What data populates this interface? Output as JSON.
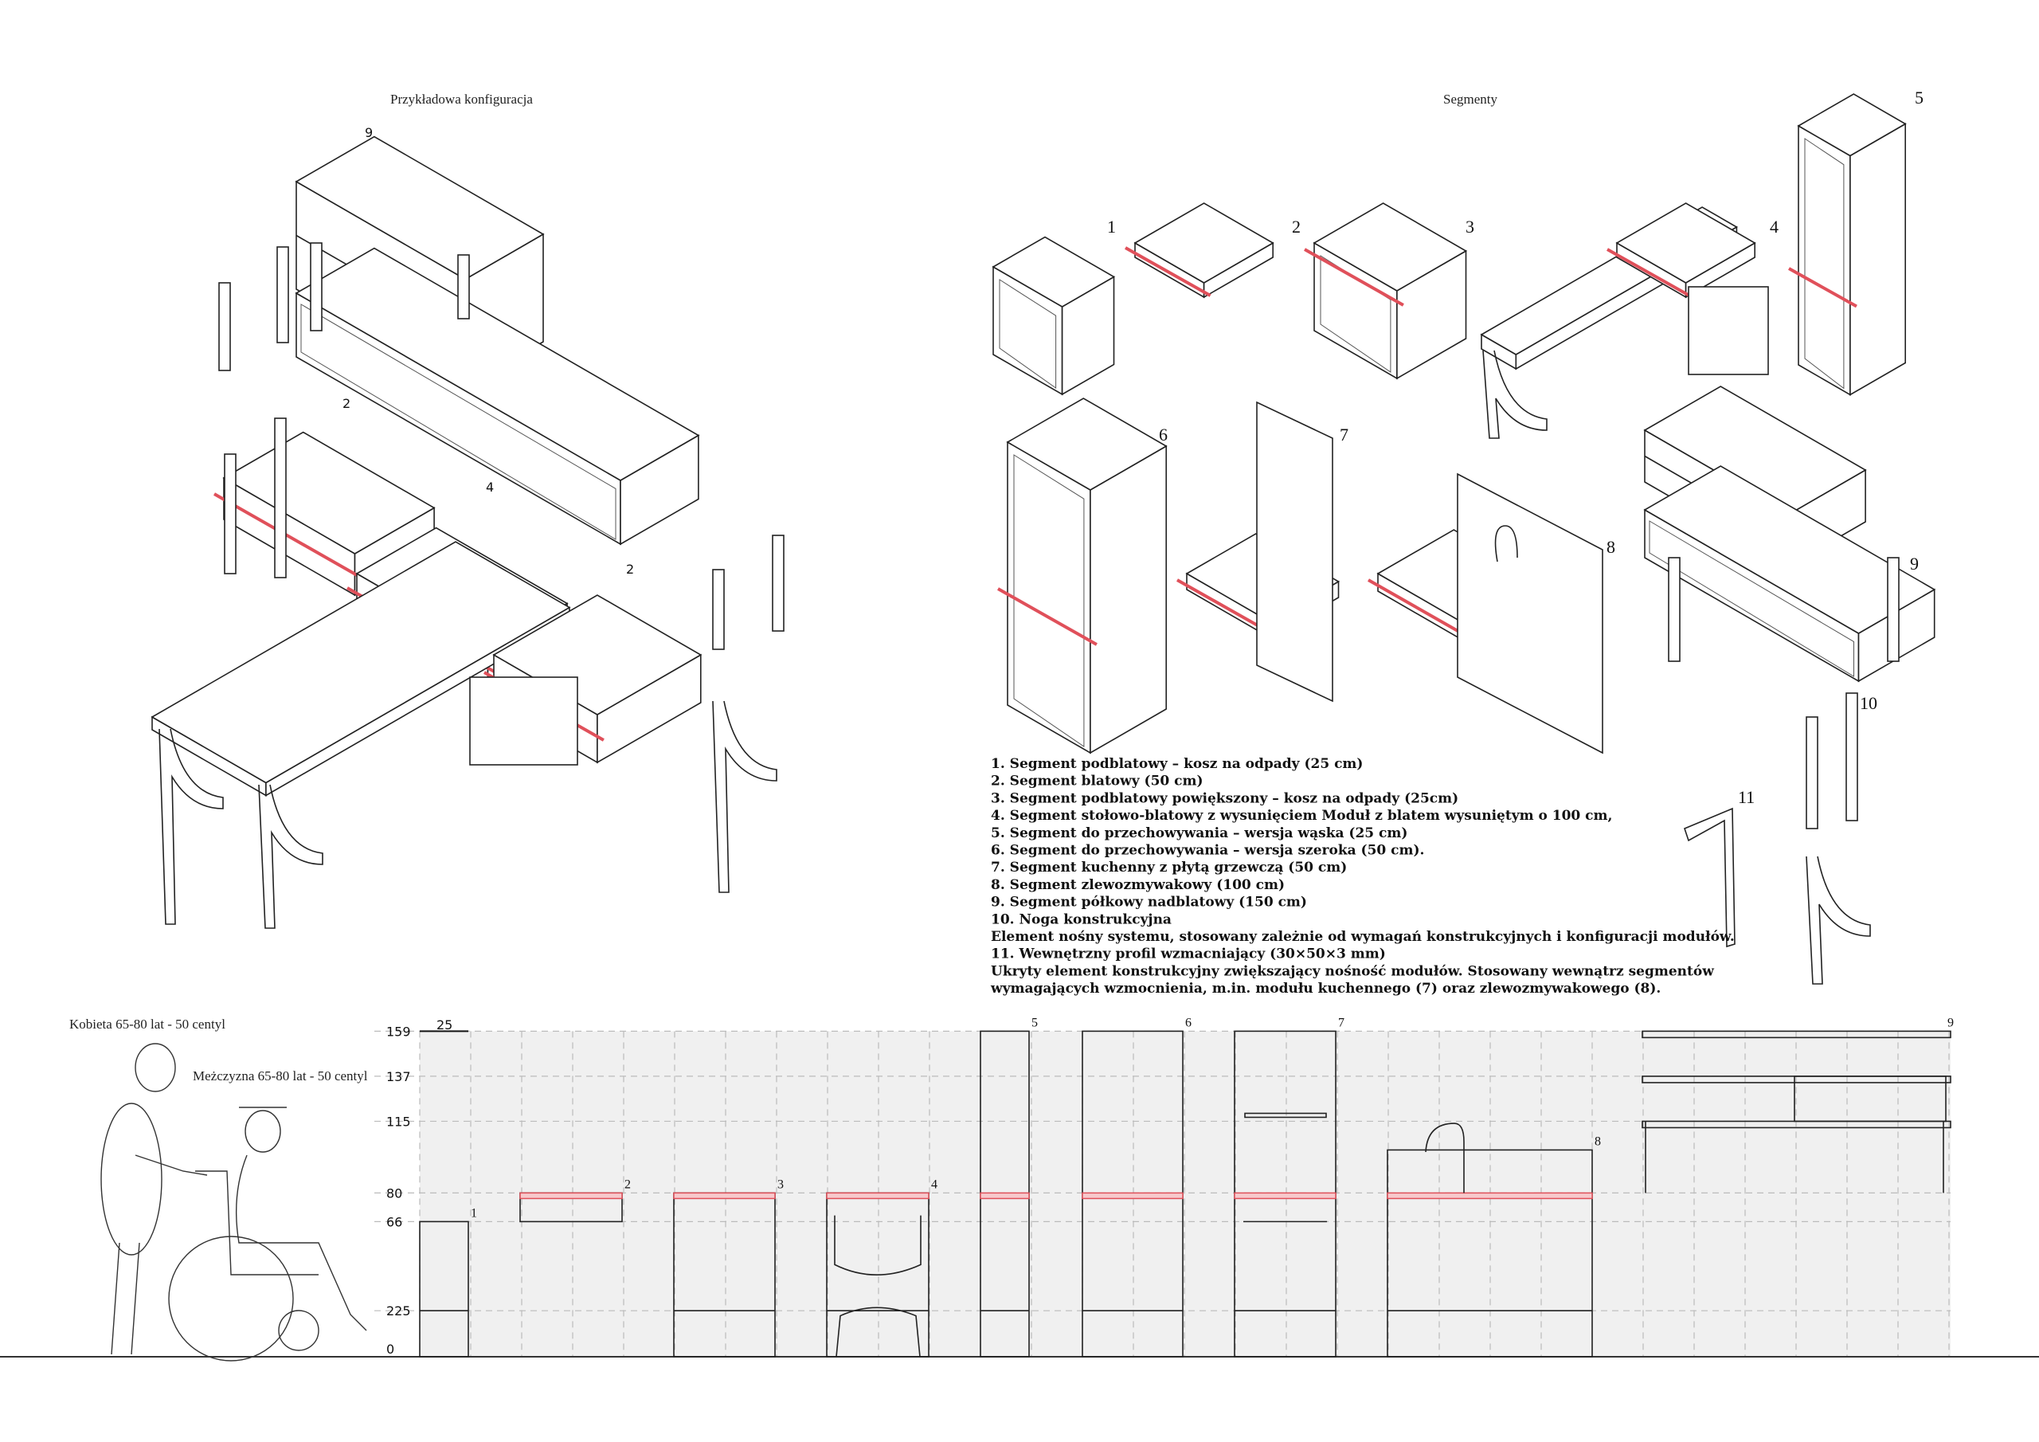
{
  "titles": {
    "config": "Przykładowa konfiguracja",
    "segments": "Segmenty"
  },
  "config_labels": [
    "9",
    "2",
    "4",
    "2"
  ],
  "segment_labels": [
    "1",
    "2",
    "3",
    "4",
    "5",
    "6",
    "7",
    "8",
    "9",
    "10",
    "11"
  ],
  "legend_items": [
    "1. Segment podblatowy – kosz na odpady (25 cm)",
    "2. Segment blatowy (50 cm)",
    "3. Segment podblatowy powiększony – kosz na odpady (25cm)",
    "4. Segment stołowo-blatowy z wysunięciem Moduł z blatem wysuniętym o 100 cm,",
    "5. Segment do przechowywania – wersja wąska (25 cm)",
    "6. Segment do przechowywania – wersja szeroka (50 cm).",
    "7. Segment kuchenny z płytą grzewczą (50 cm)",
    "8. Segment zlewozmywakowy (100 cm)",
    "9. Segment półkowy nadblatowy (150 cm)",
    "10. Noga konstrukcyjna",
    "Element nośny systemu, stosowany zależnie od wymagań konstrukcyjnych i konfiguracji modułów.",
    "11. Wewnętrzny profil wzmacniający (30×50×3 mm)",
    "Ukryty element konstrukcyjny zwiększający nośność modułów. Stosowany wewnątrz segmentów",
    "wymagających wzmocnienia, m.in. modułu kuchennego (7) oraz zlewozmywakowego (8)."
  ],
  "elevation": {
    "woman_label": "Kobieta 65-80 lat - 50 centyl",
    "man_label": "Meżczyzna 65-80 lat - 50 centyl",
    "module_width_label": "25",
    "height_ticks": [
      {
        "label": "159",
        "value": 159
      },
      {
        "label": "137",
        "value": 137
      },
      {
        "label": "115",
        "value": 115
      },
      {
        "label": "80",
        "value": 80
      },
      {
        "label": "66",
        "value": 66
      },
      {
        "label": "225",
        "value": 22.5
      },
      {
        "label": "0",
        "value": 0
      }
    ],
    "module_labels": [
      "1",
      "2",
      "3",
      "4",
      "5",
      "6",
      "7",
      "8",
      "9"
    ]
  },
  "colors": {
    "accent": "#e0505a",
    "line": "#222222",
    "panel": "#f0f0f0"
  }
}
